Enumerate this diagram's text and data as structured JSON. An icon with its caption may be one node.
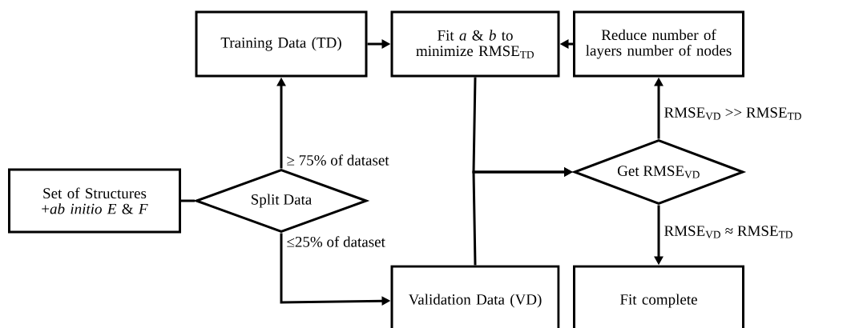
{
  "diagram": {
    "nodes": [
      {
        "text": [
          "Set of Structures",
          "+*ab initio E* & *F*"
        ]
      },
      {
        "text": [
          "Split Data"
        ]
      },
      {
        "text": [
          "Training Data (TD)"
        ]
      },
      {
        "text": [
          "Fit *a* & *b* to minimize RMSE$_{TD}$"
        ]
      },
      {
        "text": [
          "Reduce number of layers number of nodes"
        ]
      },
      {
        "text": [
          "Get RMSE$_{VD}$"
        ]
      },
      {
        "text": [
          "Validation Data (VD)"
        ]
      },
      {
        "text": [
          "Fit complete"
        ]
      }
    ],
    "edges": [
      {
        "from": 0,
        "to": 1,
        "arrow": "none"
      },
      {
        "from": 1,
        "to": 2,
        "arrow": "to",
        "label": "≥ 75% of dataset"
      },
      {
        "from": 1,
        "to": 6,
        "arrow": "to",
        "label": "≤25% of dataset"
      },
      {
        "from": 2,
        "to": 3,
        "arrow": "to"
      },
      {
        "from": 4,
        "to": 3,
        "arrow": "to"
      },
      {
        "from": 3,
        "to": 5,
        "arrow": "to"
      },
      {
        "from": 6,
        "to": 5,
        "arrow": "to"
      },
      {
        "from": 5,
        "to": 4,
        "arrow": "to",
        "label": "RMSE$_{VD}$ >> RMSE$_{TD}$"
      },
      {
        "from": 5,
        "to": 7,
        "arrow": "to",
        "label": "RMSE$_{VD}$ ≈ RMSE$_{TD}$"
      }
    ]
  }
}
